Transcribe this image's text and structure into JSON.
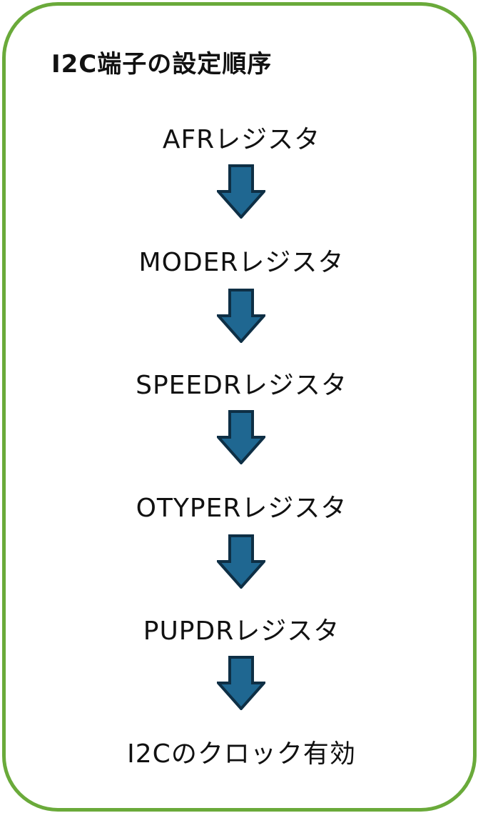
{
  "title": "I2C端子の設定順序",
  "steps": [
    "AFRレジスタ",
    "MODERレジスタ",
    "SPEEDRレジスタ",
    "OTYPERレジスタ",
    "PUPDRレジスタ",
    "I2Cのクロック有効"
  ],
  "colors": {
    "border": "#6aaa3a",
    "arrow_fill": "#1f6791",
    "arrow_stroke": "#0e2f45"
  },
  "icons": {
    "arrow": "arrow-down-icon"
  }
}
